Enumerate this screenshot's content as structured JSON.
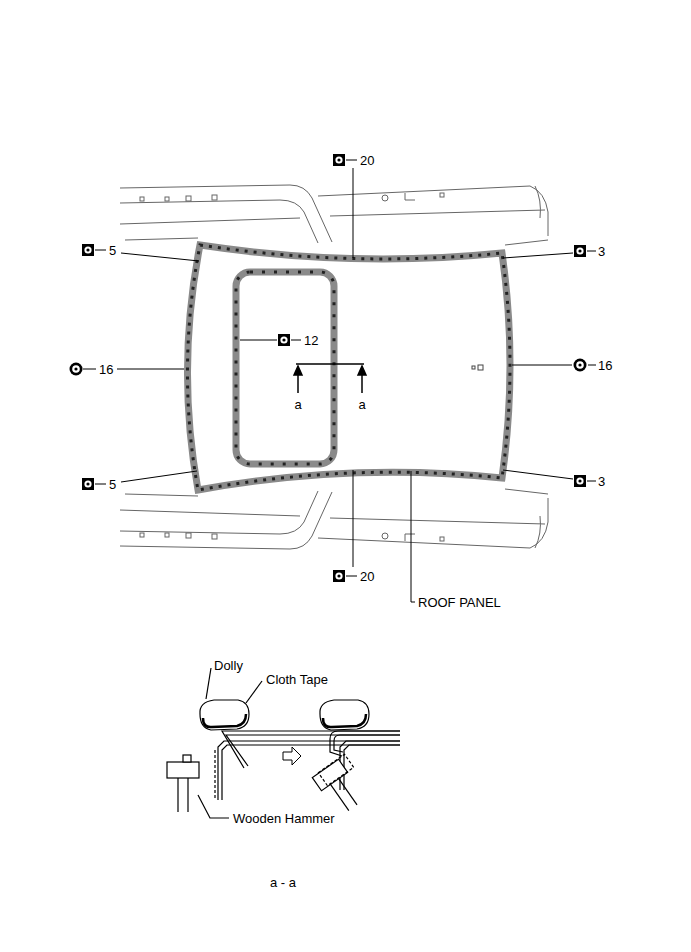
{
  "diagram": {
    "labels": [
      "20",
      "5",
      "3",
      "12",
      "16",
      "16",
      "5",
      "3",
      "20",
      "a",
      "a",
      "ROOF PANEL",
      "Dolly",
      "Cloth Tape",
      "Wooden Hammer",
      "a - a"
    ]
  }
}
